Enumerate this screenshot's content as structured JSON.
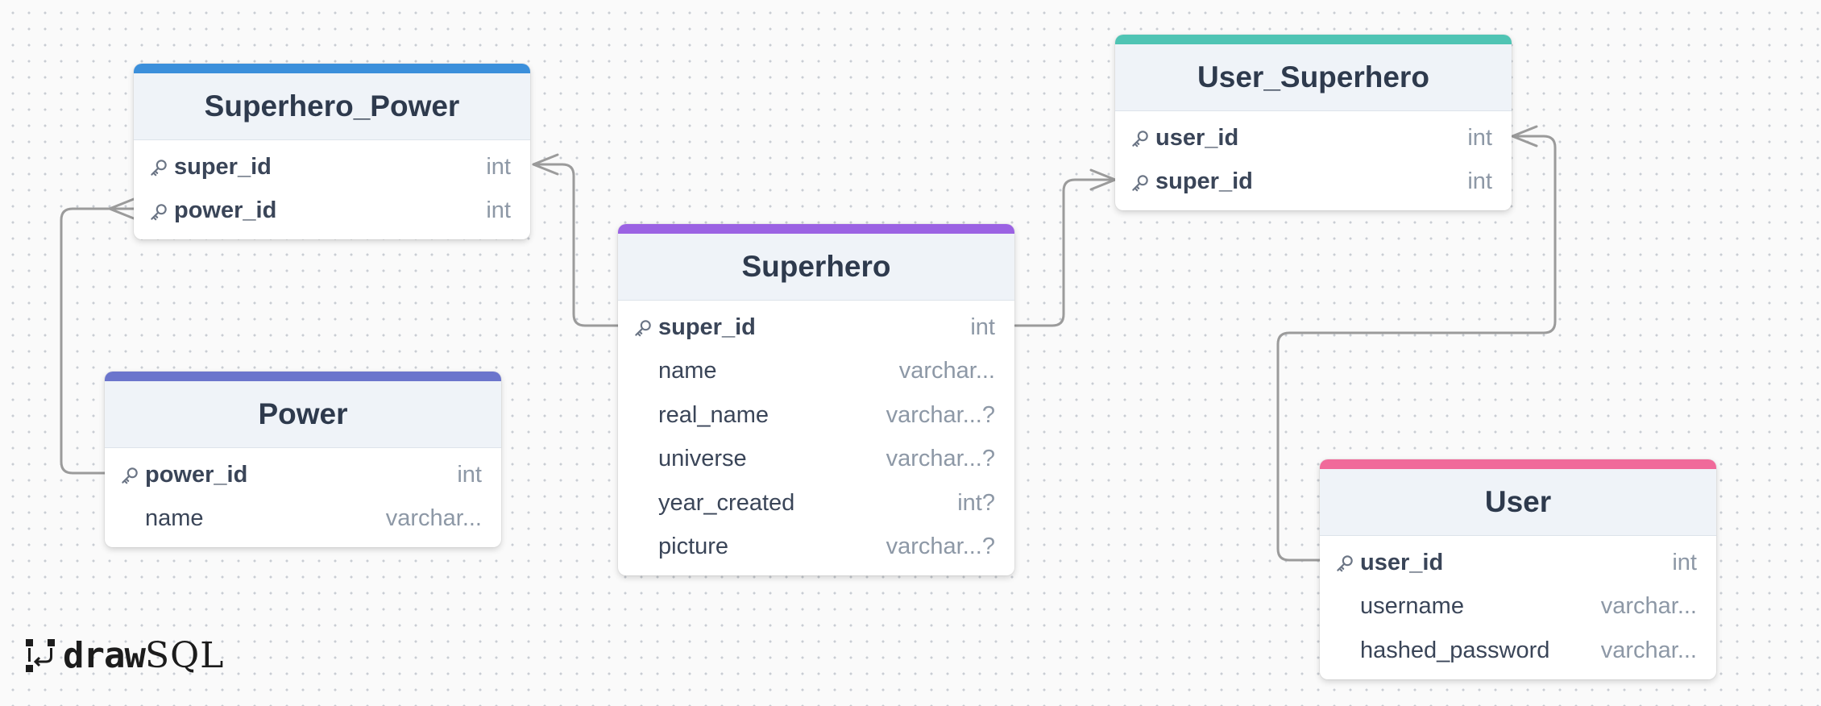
{
  "tables": {
    "superhero_power": {
      "title": "Superhero_Power",
      "color": "#3b8fdb",
      "columns": [
        {
          "name": "super_id",
          "type": "int",
          "key": true
        },
        {
          "name": "power_id",
          "type": "int",
          "key": true
        }
      ]
    },
    "power": {
      "title": "Power",
      "color": "#6b75cc",
      "columns": [
        {
          "name": "power_id",
          "type": "int",
          "key": true
        },
        {
          "name": "name",
          "type": "varchar...",
          "key": false
        }
      ]
    },
    "superhero": {
      "title": "Superhero",
      "color": "#9b62e3",
      "columns": [
        {
          "name": "super_id",
          "type": "int",
          "key": true
        },
        {
          "name": "name",
          "type": "varchar...",
          "key": false
        },
        {
          "name": "real_name",
          "type": "varchar...?",
          "key": false
        },
        {
          "name": "universe",
          "type": "varchar...?",
          "key": false
        },
        {
          "name": "year_created",
          "type": "int?",
          "key": false
        },
        {
          "name": "picture",
          "type": "varchar...?",
          "key": false
        }
      ]
    },
    "user_superhero": {
      "title": "User_Superhero",
      "color": "#4fc4b4",
      "columns": [
        {
          "name": "user_id",
          "type": "int",
          "key": true
        },
        {
          "name": "super_id",
          "type": "int",
          "key": true
        }
      ]
    },
    "user": {
      "title": "User",
      "color": "#f06a9a",
      "columns": [
        {
          "name": "user_id",
          "type": "int",
          "key": true
        },
        {
          "name": "username",
          "type": "varchar...",
          "key": false
        },
        {
          "name": "hashed_password",
          "type": "varchar...",
          "key": false
        }
      ]
    }
  },
  "relationships": [
    {
      "from": "Superhero.super_id",
      "to": "Superhero_Power.super_id",
      "cardinality": "one-to-many"
    },
    {
      "from": "Power.power_id",
      "to": "Superhero_Power.power_id",
      "cardinality": "one-to-many"
    },
    {
      "from": "Superhero.super_id",
      "to": "User_Superhero.super_id",
      "cardinality": "one-to-many"
    },
    {
      "from": "User.user_id",
      "to": "User_Superhero.user_id",
      "cardinality": "one-to-many"
    }
  ],
  "brand": {
    "draw": "draw",
    "sql": "SQL"
  },
  "colors": {
    "connector": "#9b9b9b",
    "background": "#fafafa",
    "dot": "#c9cdd3"
  }
}
